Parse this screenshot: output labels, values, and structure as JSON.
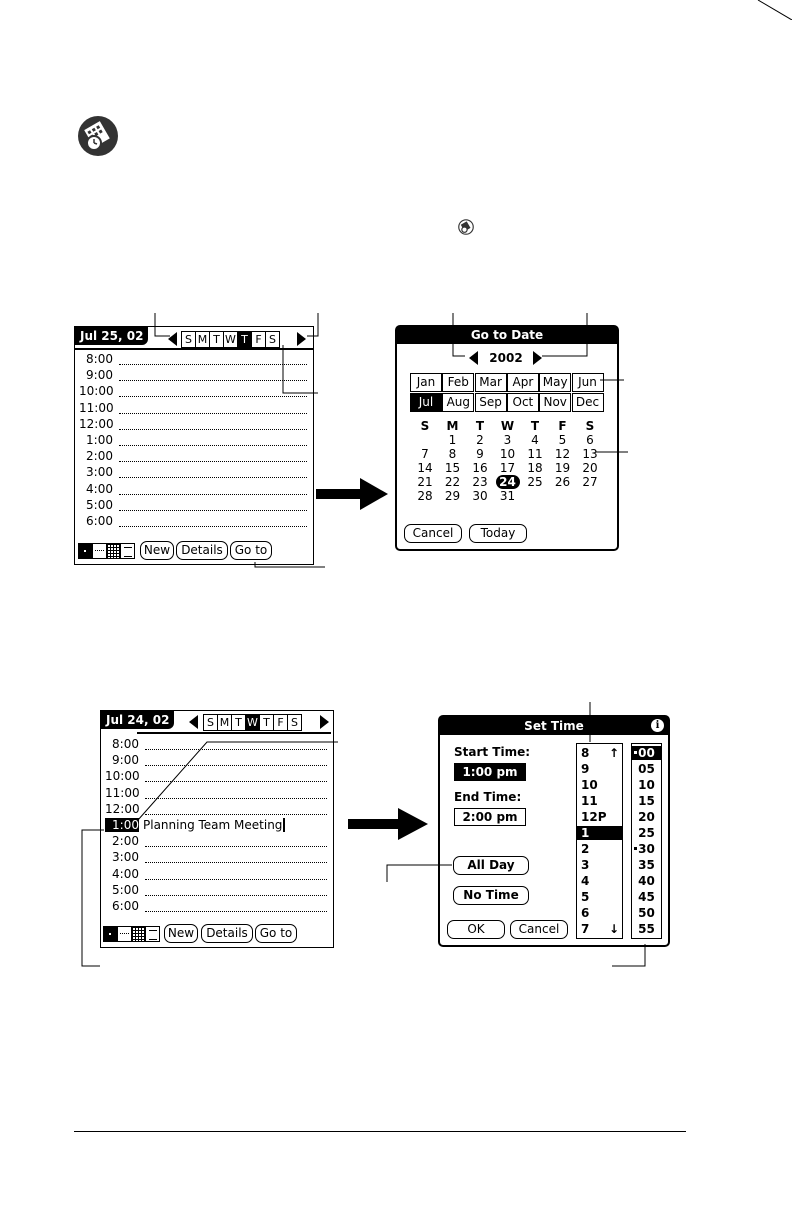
{
  "page": {
    "top_rule": true,
    "bottom_rule": true
  },
  "datebook_icon": "datebook-icon",
  "screen1": {
    "date": "Jul 25, 02",
    "days": [
      "S",
      "M",
      "T",
      "W",
      "T",
      "F",
      "S"
    ],
    "highlighted_day_index": 4,
    "times": [
      "8:00",
      "9:00",
      "10:00",
      "11:00",
      "12:00",
      "1:00",
      "2:00",
      "3:00",
      "4:00",
      "5:00",
      "6:00"
    ],
    "buttons": {
      "new": "New",
      "details": "Details",
      "goto": "Go to"
    }
  },
  "goto_dialog": {
    "title": "Go to Date",
    "year": "2002",
    "months": [
      "Jan",
      "Feb",
      "Mar",
      "Apr",
      "May",
      "Jun",
      "Jul",
      "Aug",
      "Sep",
      "Oct",
      "Nov",
      "Dec"
    ],
    "selected_month": "Jul",
    "weekday_headers": [
      "S",
      "M",
      "T",
      "W",
      "T",
      "F",
      "S"
    ],
    "weeks": [
      [
        "",
        "1",
        "2",
        "3",
        "4",
        "5",
        "6"
      ],
      [
        "7",
        "8",
        "9",
        "10",
        "11",
        "12",
        "13"
      ],
      [
        "14",
        "15",
        "16",
        "17",
        "18",
        "19",
        "20"
      ],
      [
        "21",
        "22",
        "23",
        "24",
        "25",
        "26",
        "27"
      ],
      [
        "28",
        "29",
        "30",
        "31",
        "",
        "",
        ""
      ]
    ],
    "selected_day": "24",
    "buttons": {
      "cancel": "Cancel",
      "today": "Today"
    }
  },
  "screen2": {
    "date": "Jul 24, 02",
    "days": [
      "S",
      "M",
      "T",
      "W",
      "T",
      "F",
      "S"
    ],
    "highlighted_day_index": 3,
    "times": [
      "8:00",
      "9:00",
      "10:00",
      "11:00",
      "12:00",
      "1:00",
      "2:00",
      "3:00",
      "4:00",
      "5:00",
      "6:00"
    ],
    "selected_time": "1:00",
    "event_text": "Planning Team Meeting",
    "buttons": {
      "new": "New",
      "details": "Details",
      "goto": "Go to"
    }
  },
  "set_time": {
    "title": "Set Time",
    "start_label": "Start Time:",
    "start_value": "1:00 pm",
    "end_label": "End Time:",
    "end_value": "2:00 pm",
    "all_day": "All Day",
    "no_time": "No Time",
    "ok": "OK",
    "cancel": "Cancel",
    "hours": [
      "8",
      "9",
      "10",
      "11",
      "12P",
      "1",
      "2",
      "3",
      "4",
      "5",
      "6",
      "7"
    ],
    "selected_hour": "1",
    "minutes": [
      "00",
      "05",
      "10",
      "15",
      "20",
      "25",
      "30",
      "35",
      "40",
      "45",
      "50",
      "55"
    ],
    "selected_minute": "00",
    "marked_minutes": [
      "00",
      "30"
    ]
  }
}
